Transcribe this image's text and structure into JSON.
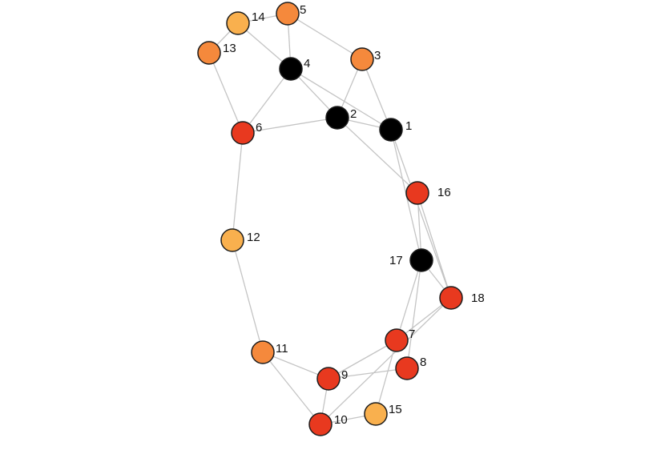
{
  "graph": {
    "colors": {
      "black": "#000000",
      "red": "#e8391f",
      "orange": "#f5893c",
      "light_orange": "#f9b04e",
      "edge": "#c4c4c4",
      "outline": "#1c1c1c"
    },
    "nodes": [
      {
        "id": "1",
        "label": "1",
        "color": "black"
      },
      {
        "id": "2",
        "label": "2",
        "color": "black"
      },
      {
        "id": "3",
        "label": "3",
        "color": "orange"
      },
      {
        "id": "4",
        "label": "4",
        "color": "black"
      },
      {
        "id": "5",
        "label": "5",
        "color": "orange"
      },
      {
        "id": "6",
        "label": "6",
        "color": "red"
      },
      {
        "id": "7",
        "label": "7",
        "color": "red"
      },
      {
        "id": "8",
        "label": "8",
        "color": "red"
      },
      {
        "id": "9",
        "label": "9",
        "color": "red"
      },
      {
        "id": "10",
        "label": "10",
        "color": "red"
      },
      {
        "id": "11",
        "label": "11",
        "color": "orange"
      },
      {
        "id": "12",
        "label": "12",
        "color": "light_orange"
      },
      {
        "id": "13",
        "label": "13",
        "color": "orange"
      },
      {
        "id": "14",
        "label": "14",
        "color": "light_orange"
      },
      {
        "id": "15",
        "label": "15",
        "color": "light_orange"
      },
      {
        "id": "16",
        "label": "16",
        "color": "red"
      },
      {
        "id": "17",
        "label": "17",
        "color": "black"
      },
      {
        "id": "18",
        "label": "18",
        "color": "red"
      }
    ],
    "edges": [
      [
        "14",
        "5"
      ],
      [
        "14",
        "13"
      ],
      [
        "14",
        "4"
      ],
      [
        "5",
        "4"
      ],
      [
        "5",
        "3"
      ],
      [
        "13",
        "6"
      ],
      [
        "4",
        "6"
      ],
      [
        "4",
        "2"
      ],
      [
        "4",
        "1"
      ],
      [
        "3",
        "2"
      ],
      [
        "3",
        "1"
      ],
      [
        "6",
        "2"
      ],
      [
        "6",
        "12"
      ],
      [
        "2",
        "1"
      ],
      [
        "2",
        "16"
      ],
      [
        "1",
        "17"
      ],
      [
        "1",
        "18"
      ],
      [
        "16",
        "17"
      ],
      [
        "16",
        "18"
      ],
      [
        "17",
        "7"
      ],
      [
        "17",
        "8"
      ],
      [
        "17",
        "18"
      ],
      [
        "18",
        "7"
      ],
      [
        "18",
        "10"
      ],
      [
        "12",
        "11"
      ],
      [
        "11",
        "9"
      ],
      [
        "11",
        "10"
      ],
      [
        "7",
        "9"
      ],
      [
        "7",
        "15"
      ],
      [
        "9",
        "8"
      ],
      [
        "9",
        "10"
      ],
      [
        "10",
        "15"
      ]
    ]
  }
}
